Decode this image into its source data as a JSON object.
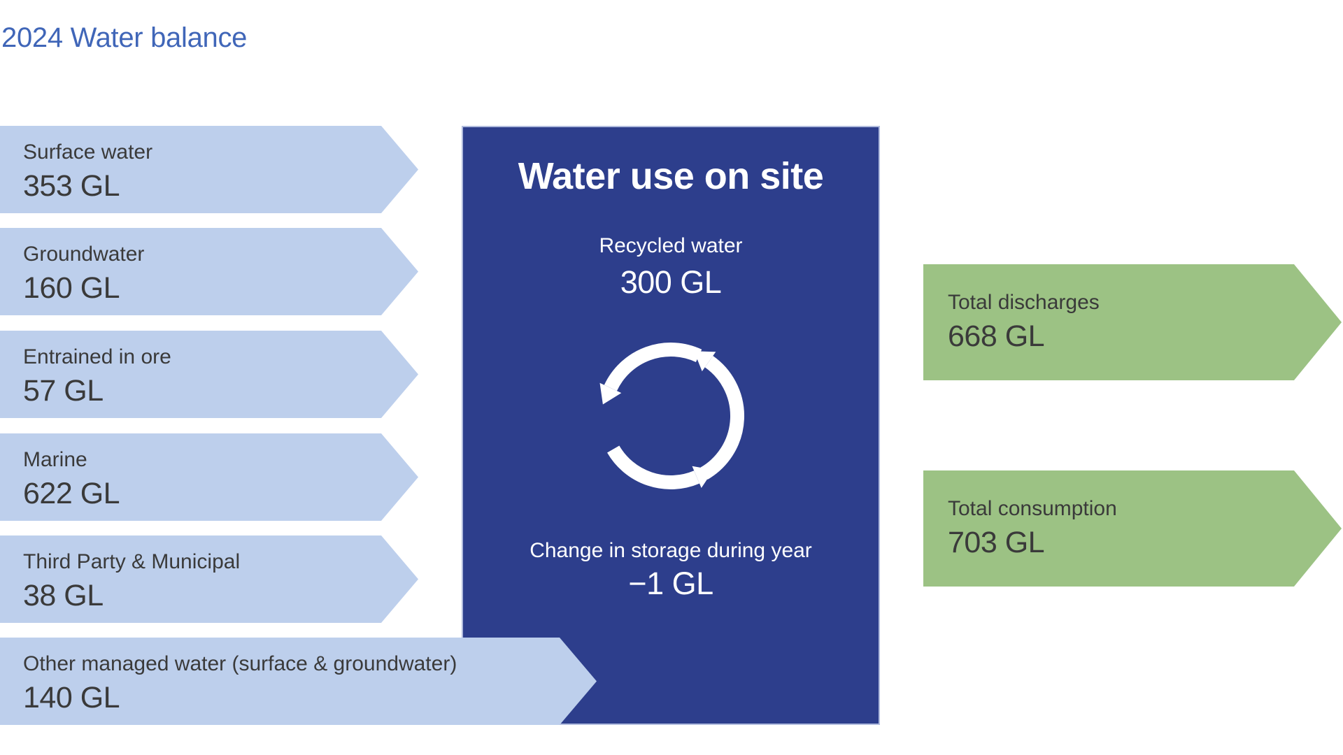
{
  "title": "2024 Water balance",
  "unit": "GL",
  "inflows": [
    {
      "label": "Surface water",
      "value": "353 GL"
    },
    {
      "label": "Groundwater",
      "value": "160 GL"
    },
    {
      "label": "Entrained in ore",
      "value": "57 GL"
    },
    {
      "label": "Marine",
      "value": "622 GL"
    },
    {
      "label": "Third Party & Municipal",
      "value": "38 GL"
    },
    {
      "label": "Other managed water (surface & groundwater)",
      "value": "140 GL"
    }
  ],
  "center_box": {
    "title": "Water use on site",
    "recycled_label": "Recycled water",
    "recycled_value": "300 GL",
    "icon": "recycle-icon",
    "storage_label": "Change in storage during year",
    "storage_value": "−1 GL"
  },
  "outflows": [
    {
      "label": "Total discharges",
      "value": "668 GL"
    },
    {
      "label": "Total consumption",
      "value": "703 GL"
    }
  ],
  "colors": {
    "inflow_fill": "#bdcfec",
    "box_fill": "#2d3e8c",
    "box_edge": "#c9d2ec",
    "outflow_fill": "#9cc284",
    "title_text": "#4066b8",
    "dark_text": "#3a3a3a",
    "light_text": "#ffffff"
  },
  "chart_data": {
    "type": "table",
    "title": "2024 Water balance",
    "unit": "GL",
    "inputs": [
      [
        "Surface water",
        353
      ],
      [
        "Groundwater",
        160
      ],
      [
        "Entrained in ore",
        57
      ],
      [
        "Marine",
        622
      ],
      [
        "Third Party & Municipal",
        38
      ],
      [
        "Other managed water (surface & groundwater)",
        140
      ]
    ],
    "on_site": [
      [
        "Recycled water",
        300
      ],
      [
        "Change in storage during year",
        -1
      ]
    ],
    "outputs": [
      [
        "Total discharges",
        668
      ],
      [
        "Total consumption",
        703
      ]
    ]
  }
}
